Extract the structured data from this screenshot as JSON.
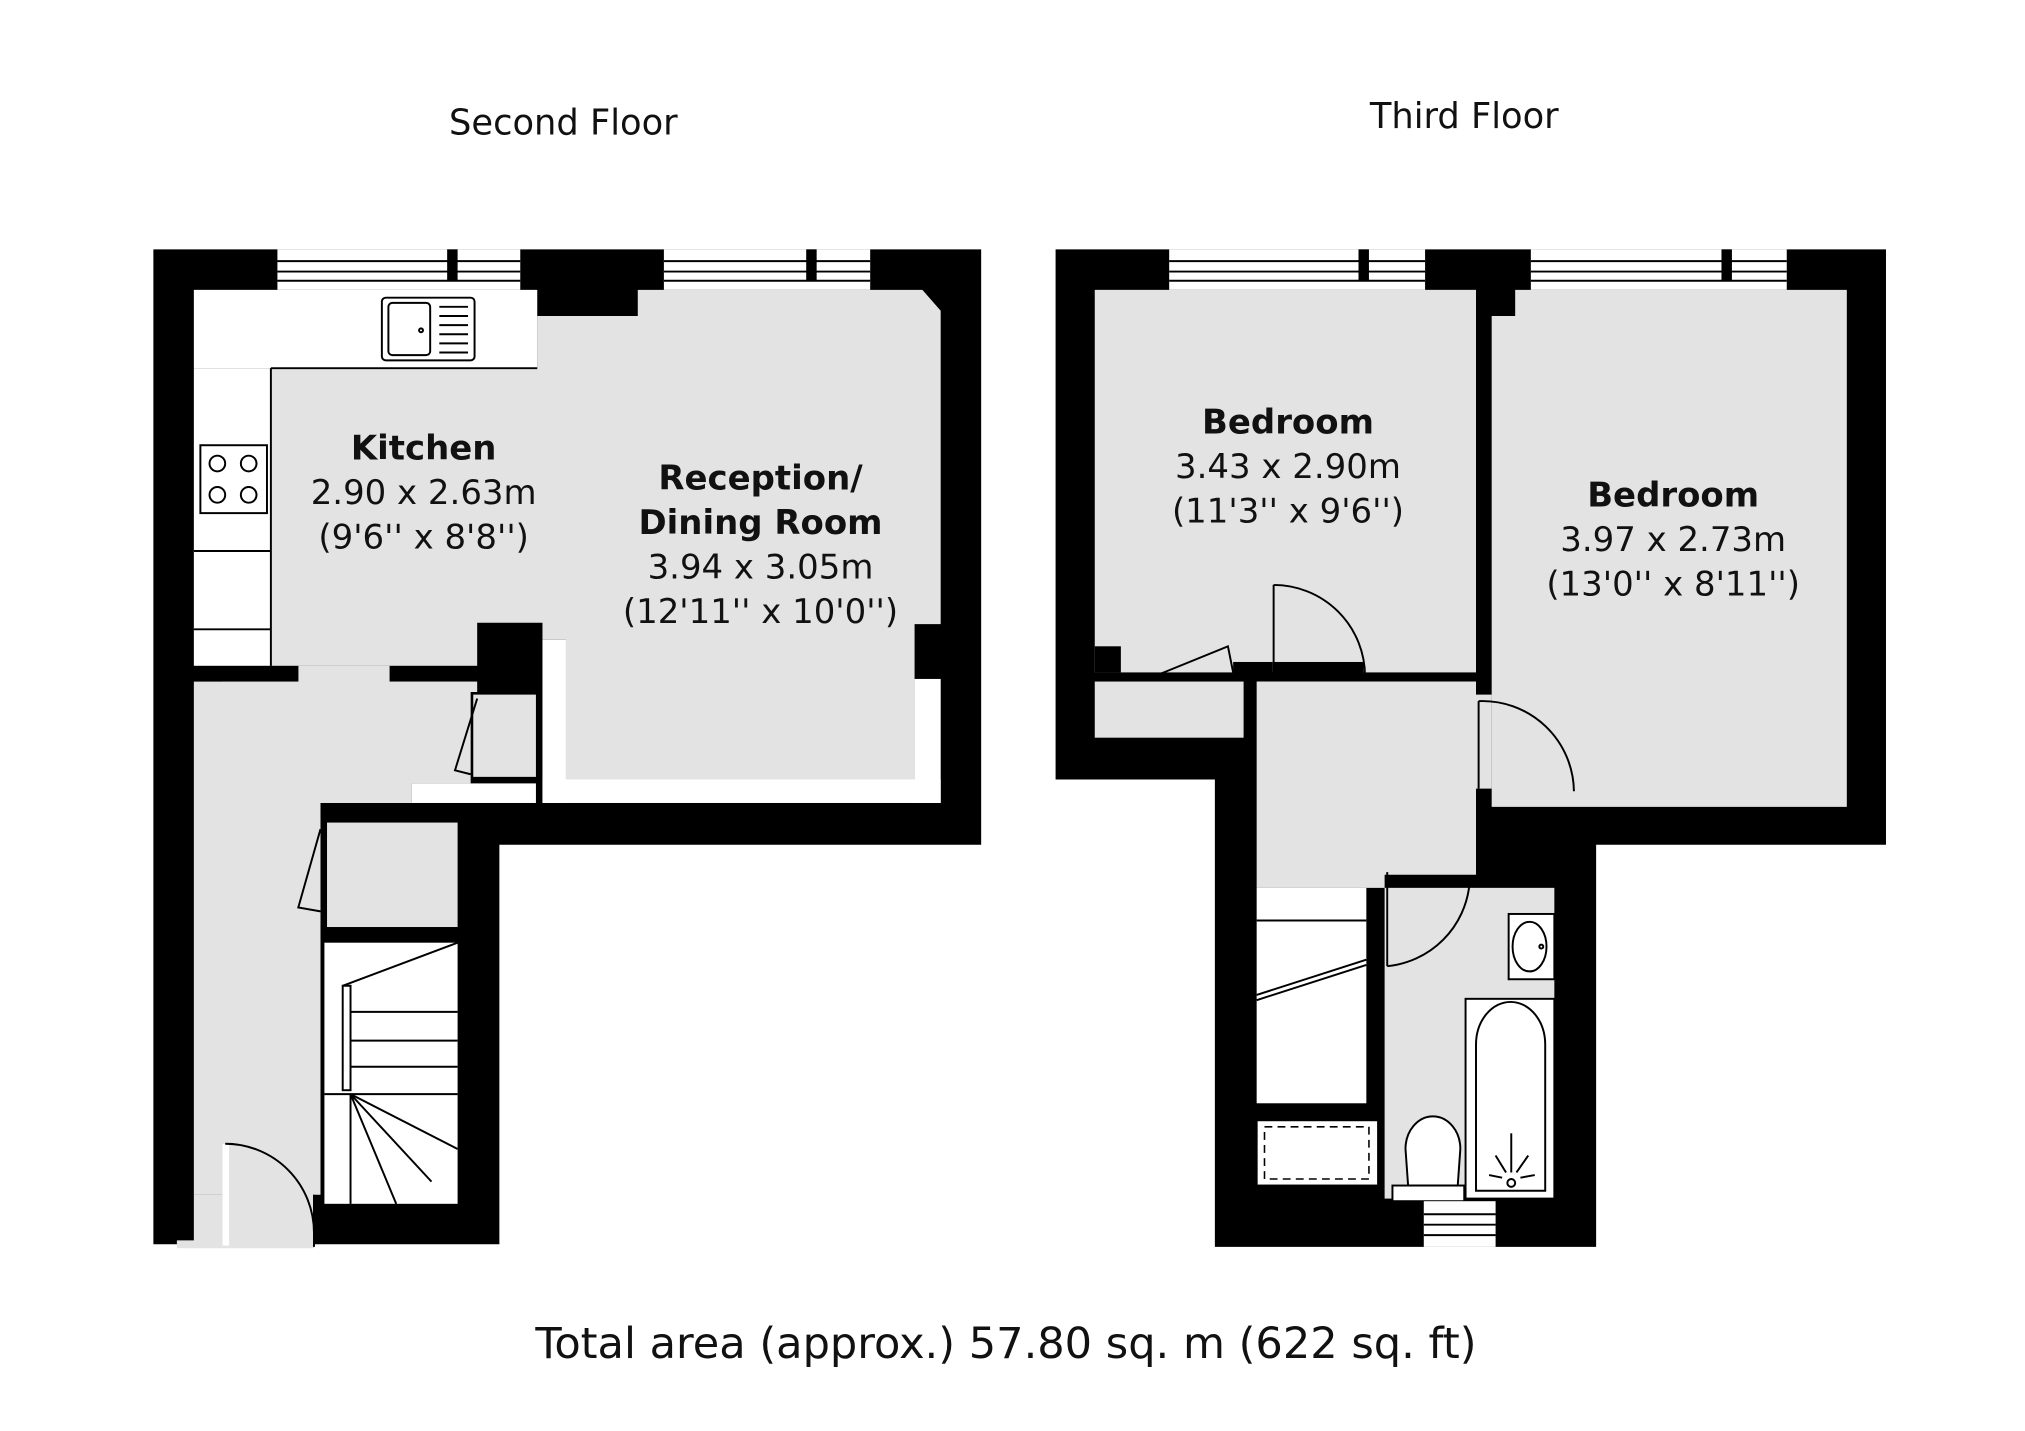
{
  "floors": [
    {
      "title": "Second Floor",
      "rooms": [
        {
          "name": "Kitchen",
          "metric": "2.90 x 2.63m",
          "imperial": "(9'6'' x 8'8'')"
        },
        {
          "name_line1": "Reception/",
          "name_line2": "Dining Room",
          "metric": "3.94 x 3.05m",
          "imperial": "(12'11'' x 10'0'')"
        }
      ]
    },
    {
      "title": "Third Floor",
      "rooms": [
        {
          "name": "Bedroom",
          "metric": "3.43 x 2.90m",
          "imperial": "(11'3'' x 9'6'')"
        },
        {
          "name": "Bedroom",
          "metric": "3.97 x 2.73m",
          "imperial": "(13'0'' x 8'11'')"
        }
      ]
    }
  ],
  "total_area": "Total area (approx.) 57.80 sq. m (622 sq. ft)",
  "colors": {
    "wall": "#000000",
    "floor": "#e3e3e3",
    "fixture": "#ffffff"
  }
}
